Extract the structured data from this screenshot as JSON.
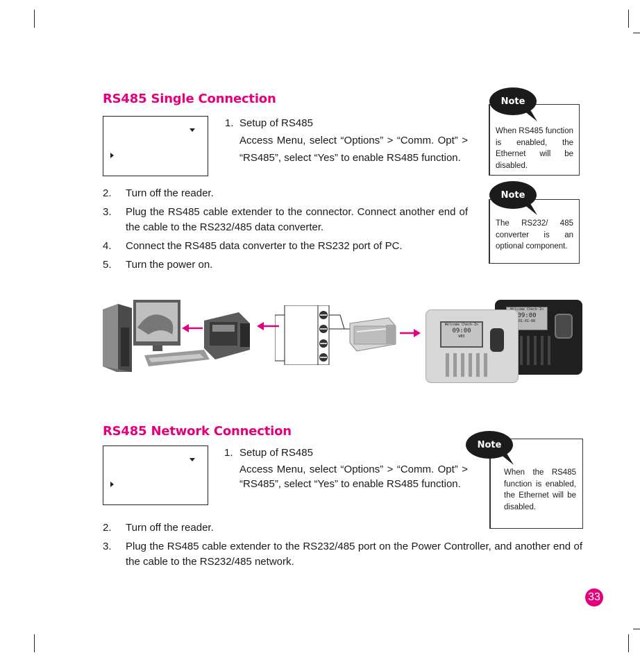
{
  "section1": {
    "heading": "RS485 Single Connection",
    "step1_num": "1.",
    "step1_title": "Setup of RS485",
    "step1_body": "Access Menu, select “Options” > “Comm. Opt” > “RS485”, select “Yes” to enable RS485 function.",
    "steps": [
      {
        "num": "2.",
        "text": "Turn off the reader."
      },
      {
        "num": "3.",
        "text": "Plug the RS485 cable extender to the connector. Connect another end of the cable to the RS232/485 data converter."
      },
      {
        "num": "4.",
        "text": "Connect the RS485 data converter to the RS232 port of PC."
      },
      {
        "num": "5.",
        "text": "Turn the power on."
      }
    ],
    "notes": [
      {
        "badge": "Note",
        "text": "When RS485 function is enabled, the Ethernet will be disabled."
      },
      {
        "badge": "Note",
        "text": "The RS232/ 485 converter is an optional component."
      }
    ],
    "device_screen": {
      "line1": "Welcome Check-In",
      "time": "09:00",
      "date": "01-01-08",
      "day": "WED"
    }
  },
  "section2": {
    "heading": "RS485 Network Connection",
    "step1_num": "1.",
    "step1_title": "Setup of RS485",
    "step1_body": "Access Menu, select “Options” > “Comm. Opt” > “RS485”, select “Yes” to enable RS485 function.",
    "steps": [
      {
        "num": "2.",
        "text": "Turn off the reader."
      },
      {
        "num": "3.",
        "text": "Plug the RS485 cable extender to the RS232/485 port on the Power Controller, and another end of the cable to the RS232/485 network."
      }
    ],
    "note": {
      "badge": "Note",
      "text": "When the RS485 function is enabled, the Ethernet will be disabled."
    }
  },
  "page_number": "33",
  "colors": {
    "accent": "#e4007c",
    "note_badge": "#1b1b1b",
    "text": "#1a1a1a"
  }
}
